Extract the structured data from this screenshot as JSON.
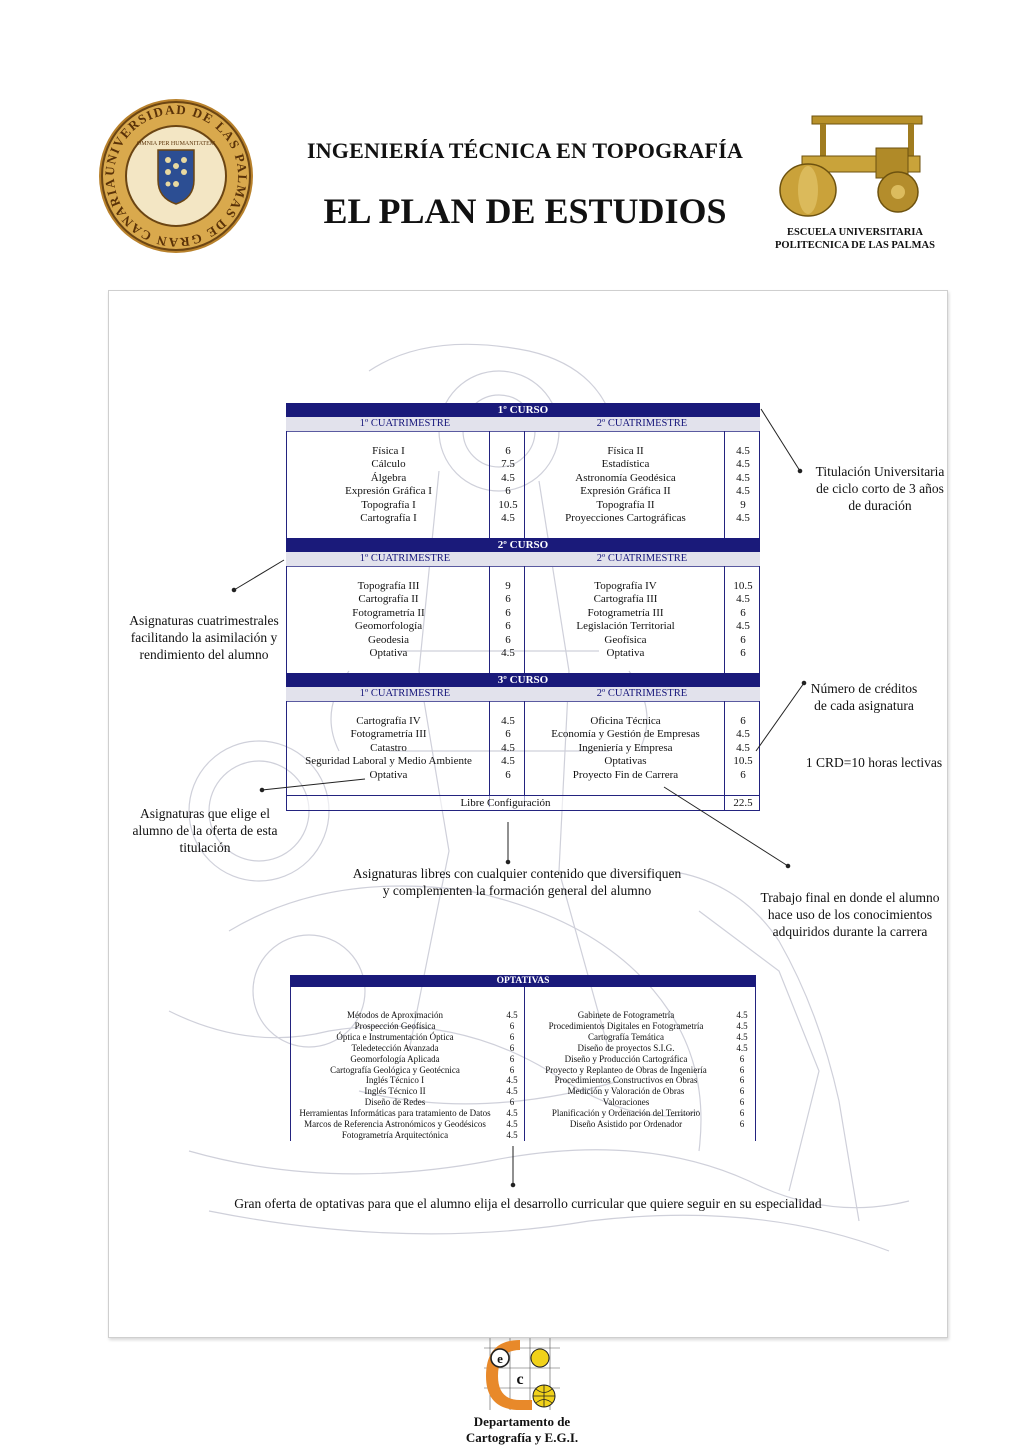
{
  "header": {
    "subtitle": "INGENIERÍA TÉCNICA EN TOPOGRAFÍA",
    "title": "EL PLAN DE ESTUDIOS",
    "seal_text": "UNIVERSIDAD DE LAS PALMAS DE GRAN CANARIA",
    "seal_ribbon": "OMNIA PER HUMANITATEM",
    "school_line1": "ESCUELA UNIVERSITARIA",
    "school_line2": "POLITECNICA DE LAS PALMAS"
  },
  "plan": {
    "years": [
      {
        "title": "1º CURSO",
        "sem1_label": "1º CUATRIMESTRE",
        "sem2_label": "2º CUATRIMESTRE",
        "sem1": [
          {
            "name": "Física I",
            "credits": "6"
          },
          {
            "name": "Cálculo",
            "credits": "7.5"
          },
          {
            "name": "Álgebra",
            "credits": "4.5"
          },
          {
            "name": "Expresión Gráfica I",
            "credits": "6"
          },
          {
            "name": "Topografía I",
            "credits": "10.5"
          },
          {
            "name": "Cartografía I",
            "credits": "4.5"
          }
        ],
        "sem2": [
          {
            "name": "Física II",
            "credits": "4.5"
          },
          {
            "name": "Estadística",
            "credits": "4.5"
          },
          {
            "name": "Astronomía Geodésica",
            "credits": "4.5"
          },
          {
            "name": "Expresión Gráfica II",
            "credits": "4.5"
          },
          {
            "name": "Topografía II",
            "credits": "9"
          },
          {
            "name": "Proyecciones Cartográficas",
            "credits": "4.5"
          }
        ]
      },
      {
        "title": "2º CURSO",
        "sem1_label": "1º CUATRIMESTRE",
        "sem2_label": "2º CUATRIMESTRE",
        "sem1": [
          {
            "name": "Topografía III",
            "credits": "9"
          },
          {
            "name": "Cartografía II",
            "credits": "6"
          },
          {
            "name": "Fotogrametría II",
            "credits": "6"
          },
          {
            "name": "Geomorfología",
            "credits": "6"
          },
          {
            "name": "Geodesia",
            "credits": "6"
          },
          {
            "name": "Optativa",
            "credits": "4.5"
          }
        ],
        "sem2": [
          {
            "name": "Topografía IV",
            "credits": "10.5"
          },
          {
            "name": "Cartografía III",
            "credits": "4.5"
          },
          {
            "name": "Fotogrametría III",
            "credits": "6"
          },
          {
            "name": "Legislación Territorial",
            "credits": "4.5"
          },
          {
            "name": "Geofísica",
            "credits": "6"
          },
          {
            "name": "Optativa",
            "credits": "6"
          }
        ]
      },
      {
        "title": "3º CURSO",
        "sem1_label": "1º CUATRIMESTRE",
        "sem2_label": "2º CUATRIMESTRE",
        "sem1": [
          {
            "name": "Cartografía IV",
            "credits": "4.5"
          },
          {
            "name": "Fotogrametría III",
            "credits": "6"
          },
          {
            "name": "Catastro",
            "credits": "4.5"
          },
          {
            "name": "Seguridad Laboral y Medio Ambiente",
            "credits": "4.5"
          },
          {
            "name": "Optativa",
            "credits": "6"
          }
        ],
        "sem2": [
          {
            "name": "Oficina Técnica",
            "credits": "6"
          },
          {
            "name": "Economía y Gestión de Empresas",
            "credits": "4.5"
          },
          {
            "name": "Ingeniería y Empresa",
            "credits": "4.5"
          },
          {
            "name": "Optativas",
            "credits": "10.5"
          },
          {
            "name": "Proyecto Fin de Carrera",
            "credits": "6"
          }
        ]
      }
    ],
    "libre_label": "Libre Configuración",
    "libre_credits": "22.5"
  },
  "optativas": {
    "title": "OPTATIVAS",
    "col1": [
      {
        "name": "Métodos de Aproximación",
        "credits": "4.5"
      },
      {
        "name": "Prospección Geofísica",
        "credits": "6"
      },
      {
        "name": "Óptica  e Instrumentación Óptica",
        "credits": "6"
      },
      {
        "name": "Teledetección Avanzada",
        "credits": "6"
      },
      {
        "name": "Geomorfología Aplicada",
        "credits": "6"
      },
      {
        "name": "Cartografía Geológica y Geotécnica",
        "credits": "6"
      },
      {
        "name": "Inglés Técnico I",
        "credits": "4.5"
      },
      {
        "name": "Inglés Técnico II",
        "credits": "4.5"
      },
      {
        "name": "Diseño de Redes",
        "credits": "6"
      },
      {
        "name": "Herramientas Informáticas para tratamiento de Datos",
        "credits": "4.5"
      },
      {
        "name": "Marcos de Referencia Astronómicos y Geodésicos",
        "credits": "4.5"
      },
      {
        "name": "Fotogrametría Arquitectónica",
        "credits": "4.5"
      }
    ],
    "col2": [
      {
        "name": "Gabinete de Fotogrametría",
        "credits": "4.5"
      },
      {
        "name": "Procedimientos Digitales en Fotogrametría",
        "credits": "4.5"
      },
      {
        "name": "Cartografía Temática",
        "credits": "4.5"
      },
      {
        "name": "Diseño de proyectos S.I.G.",
        "credits": "4.5"
      },
      {
        "name": "Diseño y Producción Cartográfica",
        "credits": "6"
      },
      {
        "name": "Proyecto y Replanteo de Obras de Ingeniería",
        "credits": "6"
      },
      {
        "name": "Procedimientos Constructivos en Obras",
        "credits": "6"
      },
      {
        "name": "Medición y Valoración de Obras",
        "credits": "6"
      },
      {
        "name": "Valoraciones",
        "credits": "6"
      },
      {
        "name": "Planificación y Ordenación del Territorio",
        "credits": "6"
      },
      {
        "name": "Diseño Asistido por Ordenador",
        "credits": "6"
      }
    ]
  },
  "notes": {
    "titulacion": [
      "Titulación Universitaria",
      "de ciclo corto de 3 años",
      "de duración"
    ],
    "cuatrimestrales": [
      "Asignaturas cuatrimestrales",
      "facilitando la asimilación y",
      "rendimiento del alumno"
    ],
    "creditos": [
      "Número de créditos",
      "de cada asignatura"
    ],
    "crd": "1 CRD=10 horas lectivas",
    "elige": [
      "Asignaturas que elige el",
      "alumno de la oferta de esta",
      "titulación"
    ],
    "libres": [
      "Asignaturas libres con cualquier contenido que diversifiquen",
      "y complementen la formación general del alumno"
    ],
    "trabajo": [
      "Trabajo final en donde el alumno",
      "hace uso de los conocimientos",
      "adquiridos durante la carrera"
    ],
    "oferta": "Gran oferta de optativas para que el alumno elija el desarrollo curricular que quiere seguir en su especialidad"
  },
  "footer": {
    "dept_line1": "Departamento de",
    "dept_line2": "Cartografía y E.G.I."
  }
}
